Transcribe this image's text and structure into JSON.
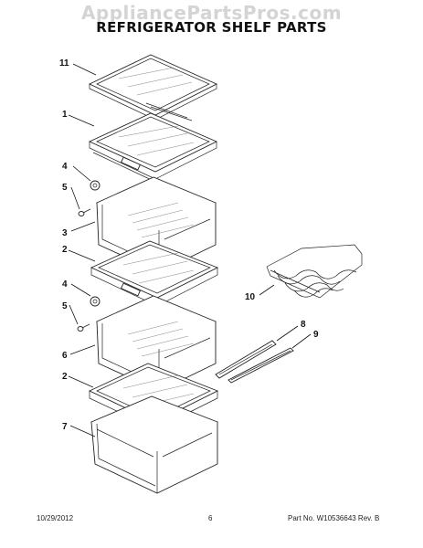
{
  "watermark": "AppliancePartsPros.com",
  "title": "REFRIGERATOR SHELF PARTS",
  "callouts": [
    "11",
    "1",
    "4",
    "5",
    "3",
    "2",
    "4",
    "5",
    "6",
    "2",
    "7",
    "10",
    "8",
    "9"
  ],
  "footer": {
    "date": "10/29/2012",
    "page": "6",
    "part_number": "Part No. W10536643  Rev. B"
  },
  "colors": {
    "line": "#222222",
    "watermark": "#d4d4d4",
    "background": "#ffffff"
  }
}
